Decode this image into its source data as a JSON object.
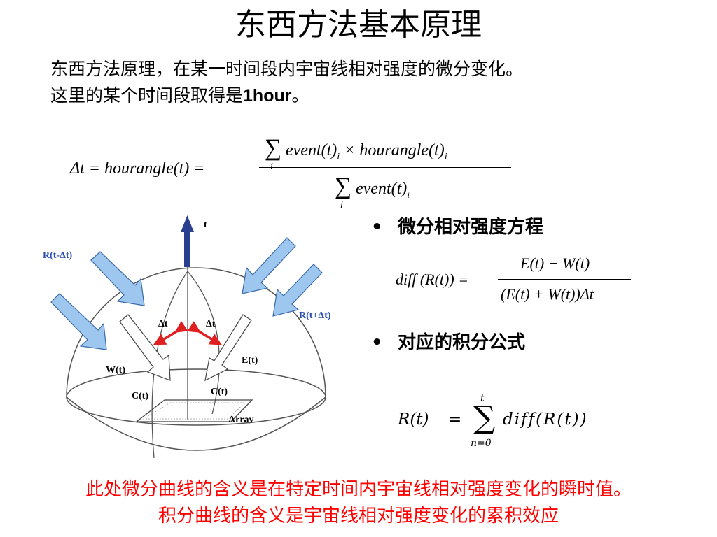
{
  "title": "东西方法基本原理",
  "intro": {
    "line1": "东西方法原理，在某一时间段内宇宙线相对强度的微分变化。",
    "line2_prefix": "这里的某个时间段取得是",
    "line2_bold": "1hour",
    "line2_suffix": "。"
  },
  "formula_delta": {
    "lhs": "Δt = hourangle(t) =",
    "sum_sub": "i",
    "numerator": "event(t)",
    "numerator_sub": "i",
    "times": "× hourangle(t)",
    "numerator_sub2": "i",
    "denominator": "event(t)",
    "denominator_sub": "i"
  },
  "diagram": {
    "label_t": "t",
    "label_r_minus": "R(t-Δt)",
    "label_r_plus": "R(t+Δt)",
    "label_dt_left": "Δt",
    "label_dt_right": "Δt",
    "label_w": "W(t)",
    "label_e": "E(t)",
    "label_c_left": "C(t)",
    "label_c_right": "C(t)",
    "label_array": "Array",
    "colors": {
      "arrow_fill": "#9ec7f0",
      "arrow_stroke": "#3a6aa8",
      "axis": "#2a3f8f",
      "curved_arrow": "#e02020"
    }
  },
  "bullets": {
    "b1": "微分相对强度方程",
    "b2": "对应的积分公式",
    "marker": "•"
  },
  "formula_diff": {
    "lhs": "diff (R(t)) =",
    "numerator": "E(t) − W(t)",
    "denominator": "(E(t) + W(t))Δt"
  },
  "formula_integral": {
    "lhs": "R(t)",
    "eq": "=",
    "upper": "t",
    "lower": "n=0",
    "rhs": "diff(R(t))"
  },
  "footer": {
    "line1": "此处微分曲线的含义是在特定时间内宇宙线相对强度变化的瞬时值。",
    "line2": "积分曲线的含义是宇宙线相对强度变化的累积效应"
  }
}
